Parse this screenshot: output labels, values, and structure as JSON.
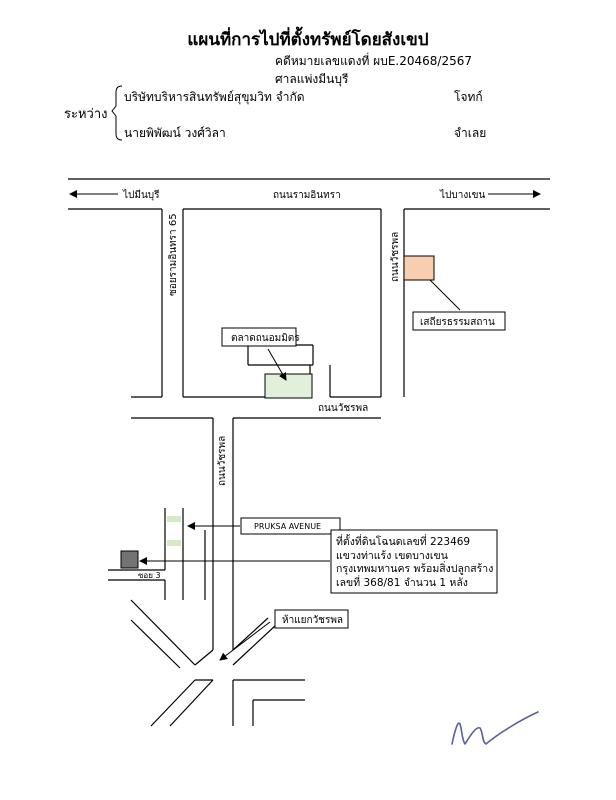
{
  "header": {
    "title": "แผนที่การไปที่ตั้งทรัพย์โดยสังเขป",
    "case_no": "คดีหมายเลขแดงที่ ผบE.20468/2567",
    "court": "ศาลแพ่งมีนบุรี",
    "between_label": "ระหว่าง",
    "plaintiff": "บริษัทบริหารสินทรัพย์สุขุมวิท จำกัด",
    "plaintiff_role": "โจทก์",
    "defendant": "นายพิพัฒน์ วงศ์วิลา",
    "defendant_role": "จำเลย"
  },
  "map": {
    "to_minburi": "ไปมีนบุรี",
    "ram_inthra_road": "ถนนรามอินทรา",
    "to_bang_khen": "ไปบางเขน",
    "soi_ram_inthra_65": "ซอยรามอินทรา 65",
    "watcharaphon_road_right": "ถนนวัชรพล",
    "watcharaphon_road_mid": "ถนนวัชรพล",
    "watcharaphon_road_vertical": "ถนนวัชรพล",
    "landmark_shrine": "เสถียรธรรมสถาน",
    "landmark_market": "ตลาดถนอมมิตร",
    "pruksa_avenue": "PRUKSA AVENUE",
    "soi_3": "ซอย 3",
    "property_lines": [
      "ที่ตั้งที่ดินโฉนดเลขที่ 223469",
      "แขวงท่าแร้ง เขตบางเขน",
      "กรุงเทพมหานคร พร้อมสิ่งปลูกสร้าง",
      "เลขที่ 368/81 จำนวน 1 หลัง"
    ],
    "intersection": "ห้าแยกวัชรพล",
    "colors": {
      "shrine_fill": "#f8ceb1",
      "market_fill": "#e2efda",
      "pruksa_fill": "#d7e8c4",
      "property_fill": "#737373",
      "signature": "#5a5f9e"
    }
  }
}
